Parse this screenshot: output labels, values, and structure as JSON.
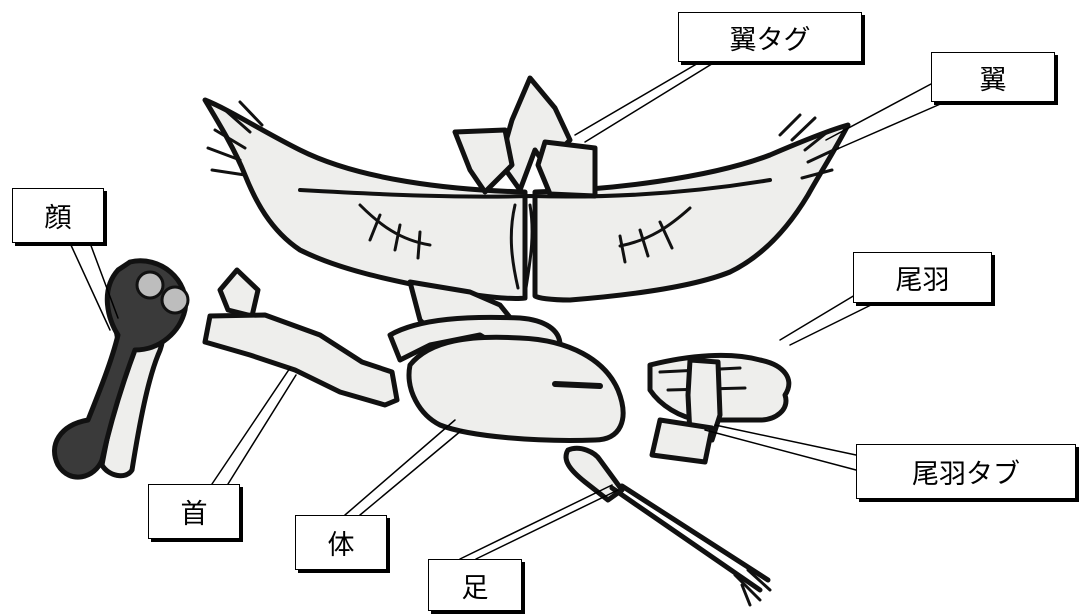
{
  "labels": {
    "wing_tag": "翼タグ",
    "wing": "翼",
    "face": "顔",
    "tail": "尾羽",
    "tail_tab": "尾羽タブ",
    "neck": "首",
    "body": "体",
    "leg": "足"
  },
  "colors": {
    "part_fill": "#eeeeec",
    "outline": "#111111",
    "head_dark": "#3a3a3a"
  }
}
